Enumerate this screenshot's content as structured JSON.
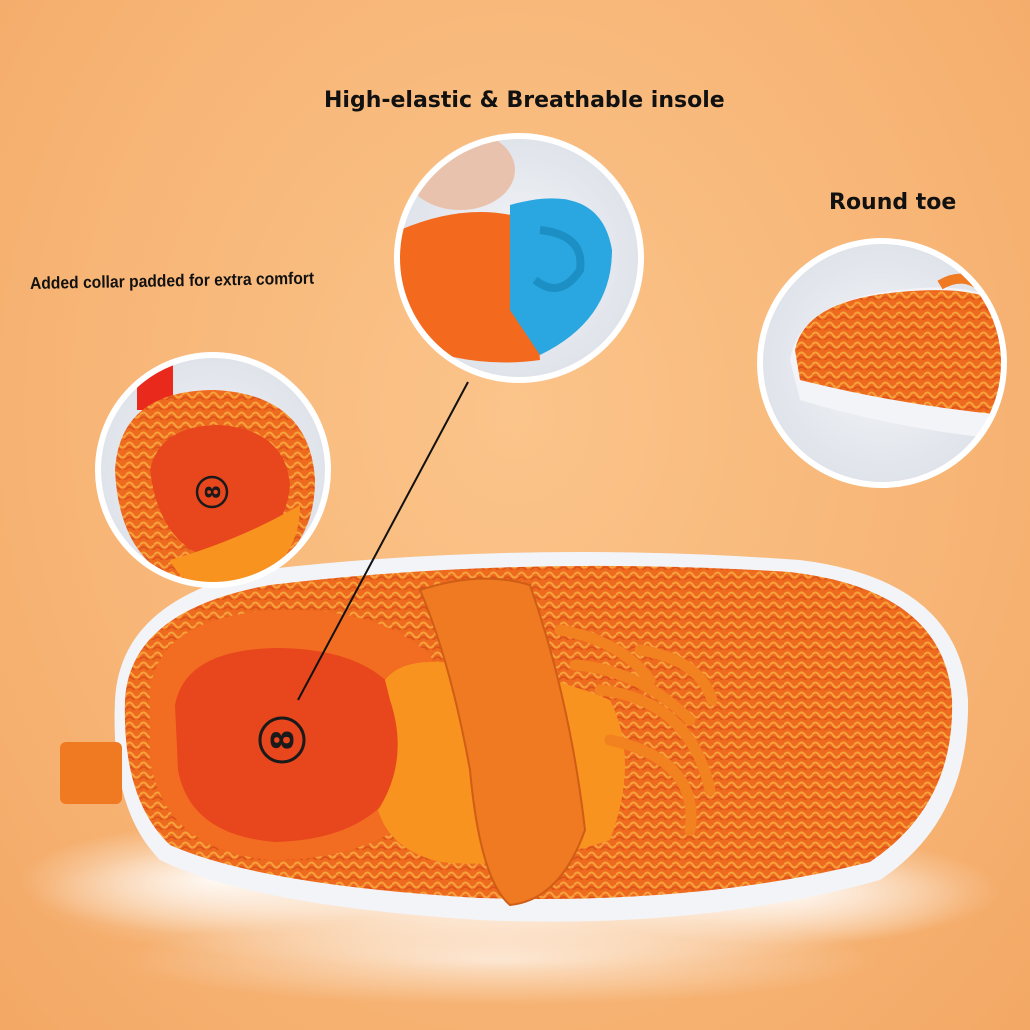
{
  "callouts": {
    "insole": "High-elastic & Breathable insole",
    "toe": "Round toe",
    "collar": "Added collar padded for extra comfort"
  },
  "insole_size_mark": "8",
  "colors": {
    "background": "#f8b979",
    "shoe_knit": "#ee6a1f",
    "shoe_knit_dark": "#d9501a",
    "strap": "#f07a22",
    "sole": "#f3f4f8",
    "foam": "#2aa7e0",
    "insole": "#e8461c"
  }
}
